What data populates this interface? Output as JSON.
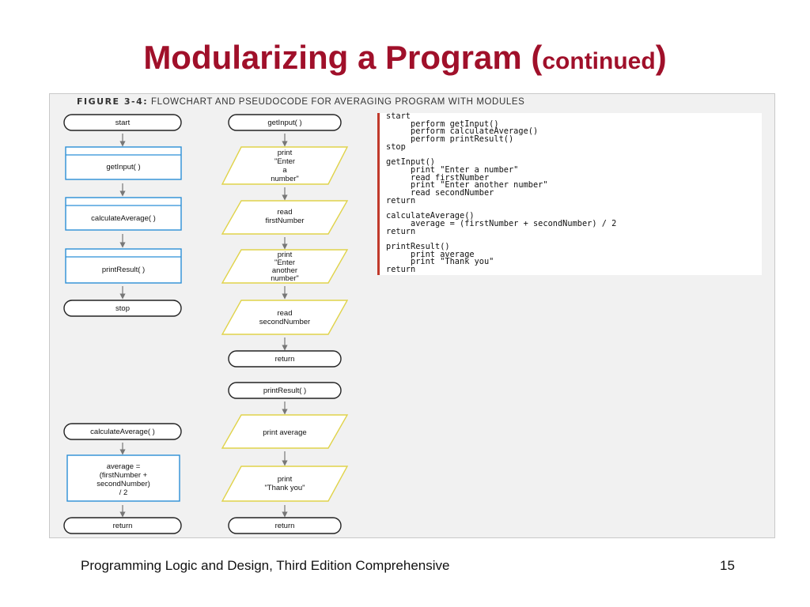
{
  "slide": {
    "title_main": "Modularizing a Program (",
    "title_small": "continued",
    "title_close": ")",
    "footer_text": "Programming Logic and Design, Third Edition Comprehensive",
    "page_number": "15"
  },
  "figure": {
    "caption_label": "FIGURE 3-4:",
    "caption_text": "FLOWCHART AND PSEUDOCODE FOR AVERAGING PROGRAM WITH MODULES"
  },
  "flowchart": {
    "main": [
      "start",
      "getInput( )",
      "calculateAverage( )",
      "printResult( )",
      "stop"
    ],
    "get_input": {
      "header": "getInput( )",
      "print_enter": [
        "print",
        "\"Enter",
        "a",
        "number\""
      ],
      "read_first": [
        "read",
        "firstNumber"
      ],
      "print_another": [
        "print",
        "\"Enter",
        "another",
        "number\""
      ],
      "read_second": [
        "read",
        "secondNumber"
      ],
      "return": "return"
    },
    "print_result": {
      "header": "printResult( )",
      "print_average": "print average",
      "print_thanks": [
        "print",
        "\"Thank you\""
      ],
      "return": "return"
    },
    "calc_average": {
      "header": "calculateAverage( )",
      "process": [
        "average =",
        "(firstNumber +",
        "secondNumber)",
        "/ 2"
      ],
      "return": "return"
    }
  },
  "pseudocode": [
    "start",
    "     perform getInput()",
    "     perform calculateAverage()",
    "     perform printResult()",
    "stop",
    "",
    "getInput()",
    "     print \"Enter a number\"",
    "     read firstNumber",
    "     print \"Enter another number\"",
    "     read secondNumber",
    "return",
    "",
    "calculateAverage()",
    "     average = (firstNumber + secondNumber) / 2",
    "return",
    "",
    "printResult()",
    "     print average",
    "     print \"Thank you\"",
    "return"
  ],
  "colors": {
    "title": "#a0102a",
    "terminal_stroke": "#222222",
    "module_stroke": "#2b8fd6",
    "io_stroke": "#e0d34a",
    "code_rule": "#c0392b"
  }
}
